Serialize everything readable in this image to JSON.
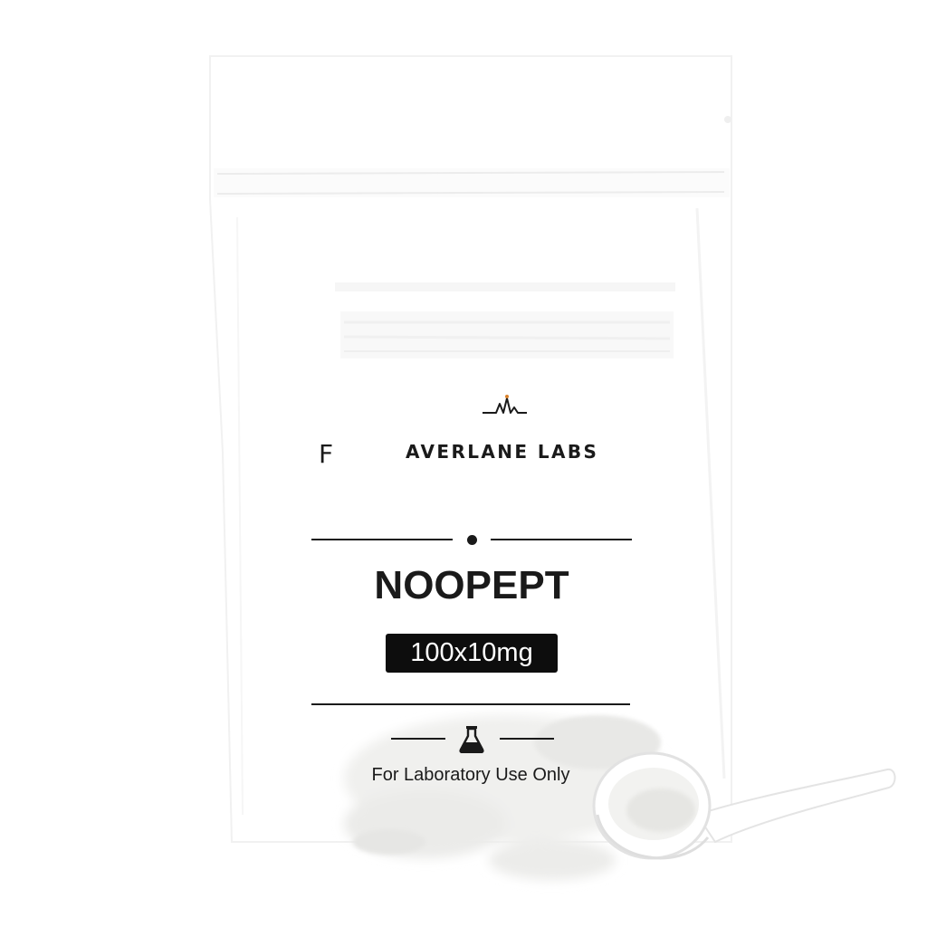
{
  "product": {
    "stray_letter": "F",
    "brand": "AVERLANE LABS",
    "name": "NOOPEPT",
    "dose": "100x10mg",
    "notice": "For Laboratory Use Only"
  },
  "icons": {
    "brand_mark": "peak-waveform-icon",
    "notice_icon": "flask-icon"
  },
  "colors": {
    "background": "#ffffff",
    "pouch": "#ffffff",
    "ink": "#1a1a1a",
    "badge": "#0d0d0d",
    "badge_text": "#ffffff",
    "accent": "#d9822b",
    "powder": "#e9e9e7"
  }
}
